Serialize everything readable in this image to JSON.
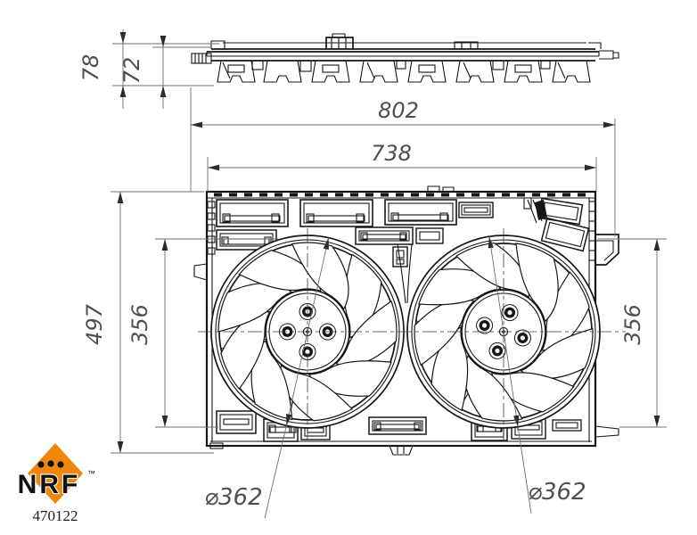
{
  "drawing": {
    "dims": {
      "profile_height_total": "78",
      "profile_height_body": "72",
      "width_overall": "802",
      "width_mounting": "738",
      "height_overall": "497",
      "fan_opening_left": "356",
      "fan_opening_right": "356",
      "fan_diameter_left": "⌀362",
      "fan_diameter_right": "⌀362"
    },
    "branding": {
      "name": "NRF",
      "trademark": "™",
      "part_number": "470122"
    },
    "colors": {
      "logo_orange": "#F0860B",
      "line_black": "#161616",
      "dimension_gray": "#6f6f6f"
    }
  }
}
